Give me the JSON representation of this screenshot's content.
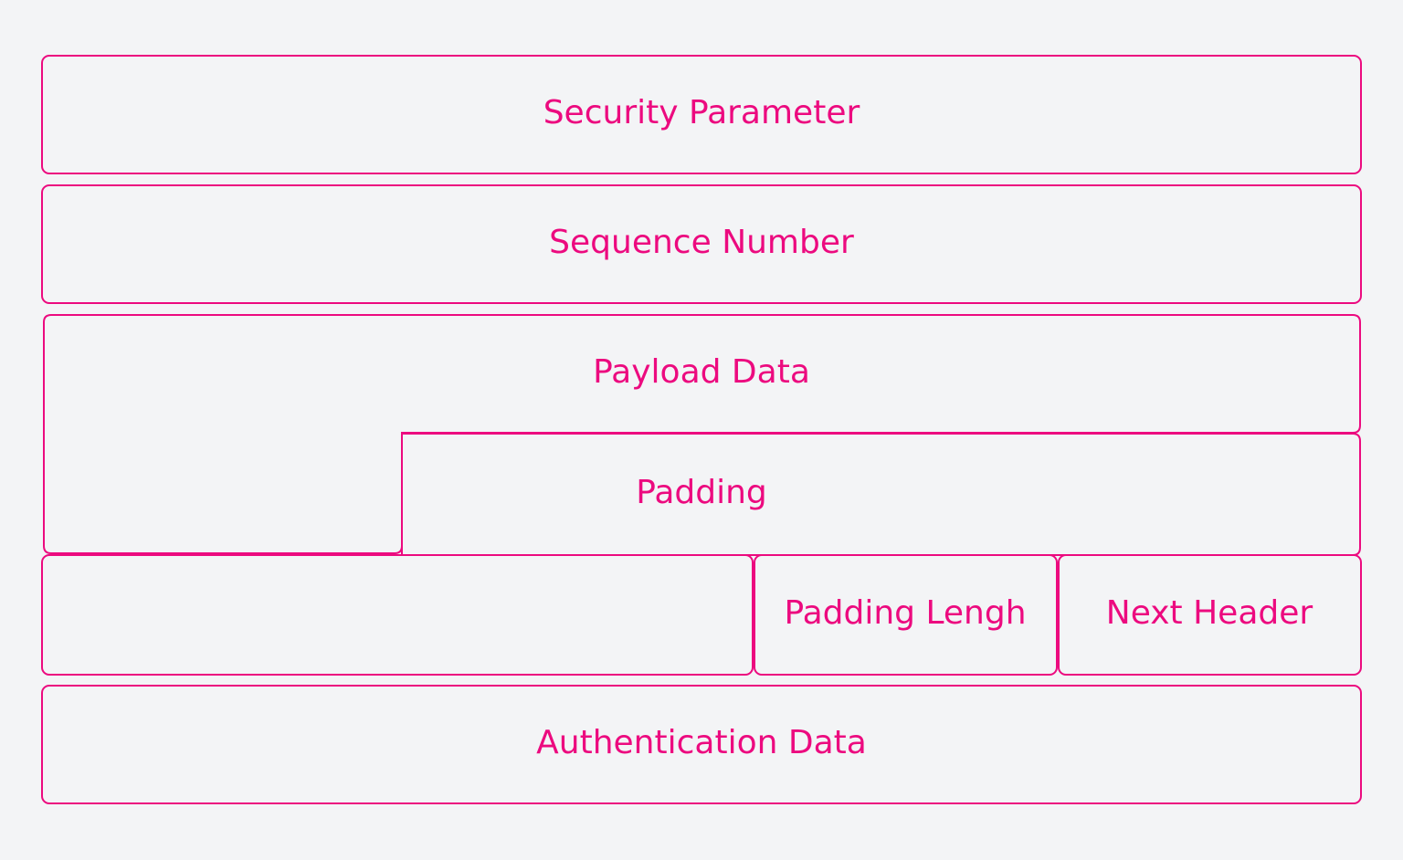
{
  "diagram": {
    "accent_color": "#ec0a7f",
    "background_color": "#f3f4f6",
    "fields": {
      "security_parameter": "Security Parameter",
      "sequence_number": "Sequence Number",
      "payload_data": "Payload Data",
      "padding": "Padding",
      "padding_length": "Padding Lengh",
      "next_header": "Next Header",
      "authentication_data": "Authentication Data"
    }
  }
}
